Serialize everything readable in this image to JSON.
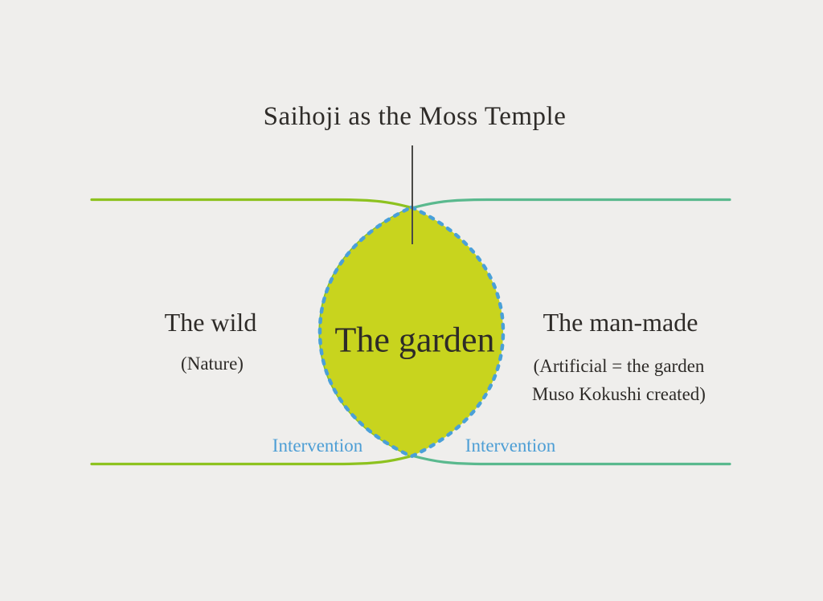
{
  "title": "Saihoji as the Moss Temple",
  "lens": {
    "label": "The garden"
  },
  "left_zone": {
    "heading": "The wild",
    "caption": "(Nature)",
    "intervention_label": "Intervention"
  },
  "right_zone": {
    "heading": "The man-made",
    "caption_line1": "(Artificial = the garden",
    "caption_line2": "Muso Kokushi created)",
    "intervention_label": "Intervention"
  },
  "colors": {
    "bg": "#efeeec",
    "text": "#2e2b28",
    "lens-fill": "#c8d41e",
    "wild-line": "#8dc21f",
    "manmade-line": "#5ab98e",
    "dash": "#4aa0d8",
    "intervention-text": "#4d9ed5",
    "pointer": "#4a4a47"
  }
}
